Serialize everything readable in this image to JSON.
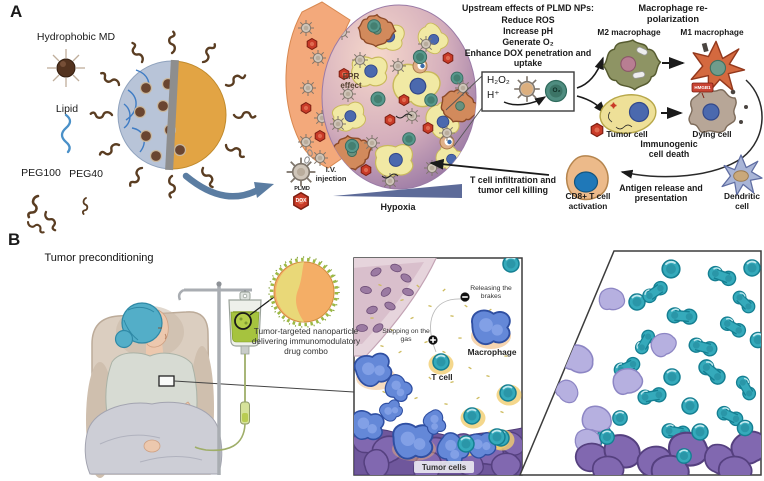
{
  "panel_a": {
    "label": "A",
    "legend": {
      "hydrophobic_md": "Hydrophobic MD",
      "lipid": "Lipid",
      "peg100": "PEG100",
      "peg40": "PEG40"
    },
    "tumor_env": {
      "epr_effect": "EPR effect",
      "iv_injection": "I.V. injection",
      "plmd": "PLMD",
      "dox": "DOX",
      "hypoxia": "Hypoxia"
    },
    "upstream": {
      "title": "Upstream effects of PLMD NPs:",
      "effects": [
        "Reduce ROS",
        "Increase pH",
        "Generate O₂",
        "Enhance DOX penetration and uptake"
      ]
    },
    "reaction_box": {
      "h2o2": "H₂O₂",
      "h_plus": "H⁺",
      "o2": "O₂"
    },
    "repolarization": {
      "title": "Macrophage re-polarization",
      "m2": "M2 macrophage",
      "m1": "M1 macrophage"
    },
    "cells": {
      "tumor_cell": "Tumor cell",
      "dying_cell": "Dying cell",
      "hmgb1_tag": "HMGB1",
      "cd8_activation": "CD8+ T cell activation",
      "dendritic_cell": "Dendritic cell"
    },
    "flow": {
      "immunogenic_death": "Immunogenic cell death",
      "antigen_release": "Antigen release and presentation",
      "t_cell_infiltration": "T cell infiltration and tumor cell killing"
    }
  },
  "panel_b": {
    "label": "B",
    "title": "Tumor preconditioning",
    "np_caption": "Tumor-targeted nanoparticle delivering immunomodulatory drug combo",
    "inset": {
      "releasing_brakes": "Releasing the brakes",
      "stepping_gas": "Stepping on the gas",
      "macrophage": "Macrophage",
      "t_cell": "T cell",
      "tumor_cells": "Tumor cells"
    }
  },
  "colors": {
    "vessel_orange": "#f3a97b",
    "tumor_gradient_light": "#f6d8cb",
    "tumor_gradient_dark": "#8f6fa0",
    "hypoxia_wedge": "#5d6b99",
    "dox_red": "#c93b28",
    "oxygen_teal": "#57988c",
    "m2_olive": "#8e9464",
    "m1_orange": "#d4693f",
    "janus_blue": "#b8c4d8",
    "janus_orange": "#e2a444",
    "t_cell_teal": "#35aabb",
    "macrophage_blue": "#6488d8",
    "tumor_mass_purple": "#6f579c",
    "iv_bag_green": "#a6c33e"
  }
}
